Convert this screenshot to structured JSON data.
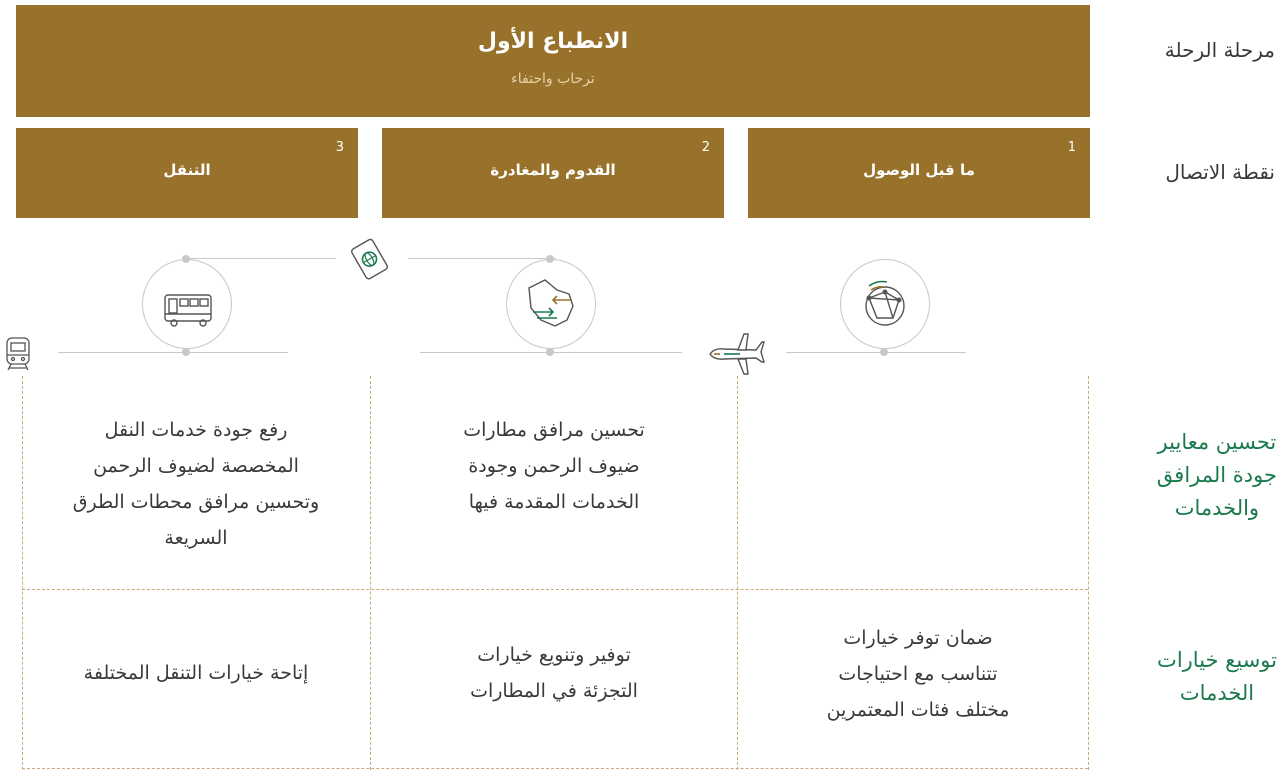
{
  "banner": {
    "title": "الانطباع الأول",
    "subtitle": "ترحاب واحتفاء"
  },
  "row_labels": {
    "journey_stage": "مرحلة الرحلة",
    "touch_point": "نقطة الاتصال",
    "standards_lines": [
      "تحسين معايير",
      "جودة المرافق",
      "والخدمات"
    ],
    "options_lines": [
      "توسيع خيارات",
      "الخدمات"
    ]
  },
  "touch_points": [
    {
      "number": "1",
      "label": "ما قبل الوصول"
    },
    {
      "number": "2",
      "label": "القدوم والمغادرة"
    },
    {
      "number": "3",
      "label": "التنقل"
    }
  ],
  "icons": {
    "globe": "globe-network-icon",
    "map": "saudi-map-arrows-icon",
    "bus": "bus-icon",
    "plane": "airplane-icon",
    "passport": "passport-icon",
    "train": "train-icon"
  },
  "grid": {
    "standards": {
      "col1": [],
      "col2": [
        "تحسين مرافق مطارات",
        "ضيوف الرحمن وجودة",
        "الخدمات المقدمة فيها"
      ],
      "col3": [
        "رفع جودة خدمات النقل",
        "المخصصة لضيوف الرحمن",
        "وتحسين مرافق محطات الطرق",
        "السريعة"
      ]
    },
    "options": {
      "col1": [
        "ضمان توفر خيارات",
        "تتناسب مع احتياجات",
        "مختلف فئات المعتمرين"
      ],
      "col2": [
        "توفير وتنويع خيارات",
        "التجزئة في المطارات"
      ],
      "col3": [
        "إتاحة خيارات التنقل المختلفة"
      ]
    }
  },
  "colors": {
    "gold": "#98722a",
    "green": "#1a7a4e",
    "dash": "#c9a87c",
    "line": "#c8c8c8"
  }
}
